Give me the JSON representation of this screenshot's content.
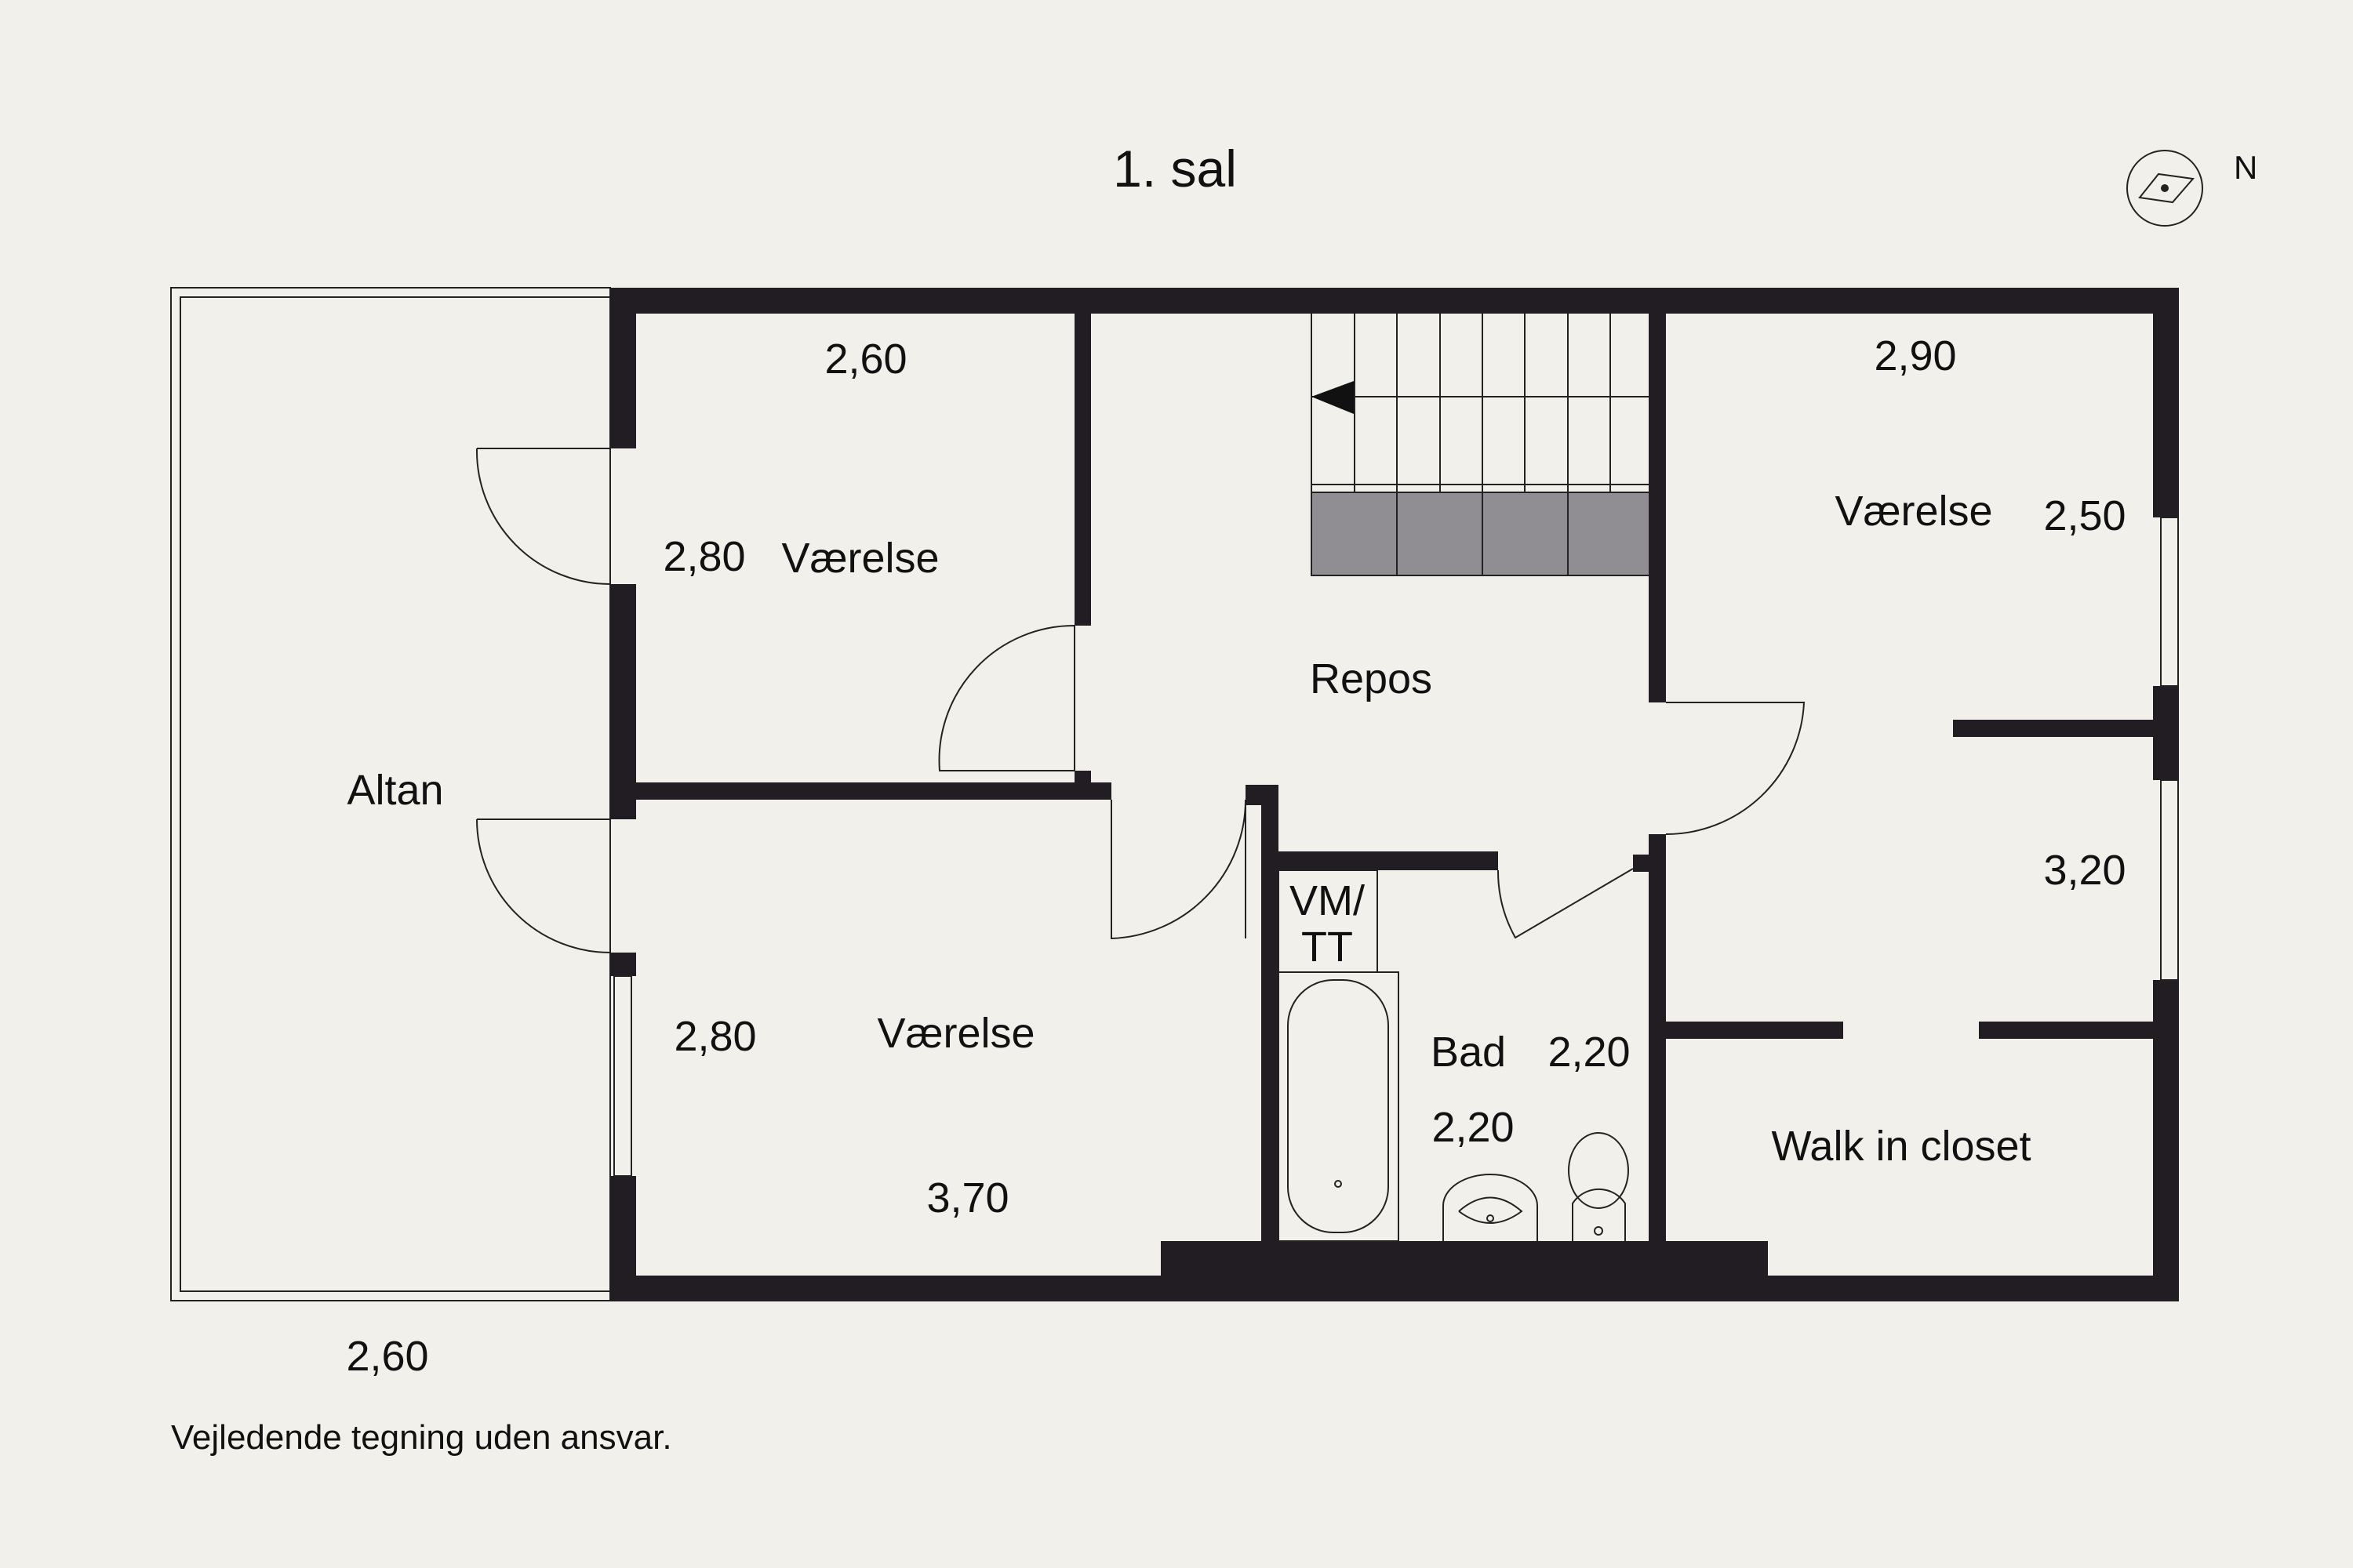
{
  "title": "1. sal",
  "compass": {
    "label": "N"
  },
  "rooms": {
    "altan": {
      "name": "Altan",
      "dim_w": "2,60"
    },
    "vaerelse_top": {
      "name": "Værelse",
      "dim_w": "2,60",
      "dim_h": "2,80"
    },
    "vaerelse_bottom": {
      "name": "Værelse",
      "dim_h": "2,80",
      "dim_w": "3,70"
    },
    "repos": {
      "name": "Repos"
    },
    "vaerelse_right": {
      "name": "Værelse",
      "dim_w": "2,90",
      "dim_h": "2,50",
      "dim_h2": "3,20"
    },
    "vmtt": {
      "line1": "VM/",
      "line2": "TT"
    },
    "bad": {
      "name": "Bad",
      "dim_h": "2,20",
      "dim_w": "2,20"
    },
    "walk_in": {
      "name": "Walk in closet"
    }
  },
  "disclaimer": "Vejledende tegning uden ansvar.",
  "colors": {
    "wall": "#211d23",
    "background": "#f1f0ea",
    "stair_shade": "#918e93"
  }
}
